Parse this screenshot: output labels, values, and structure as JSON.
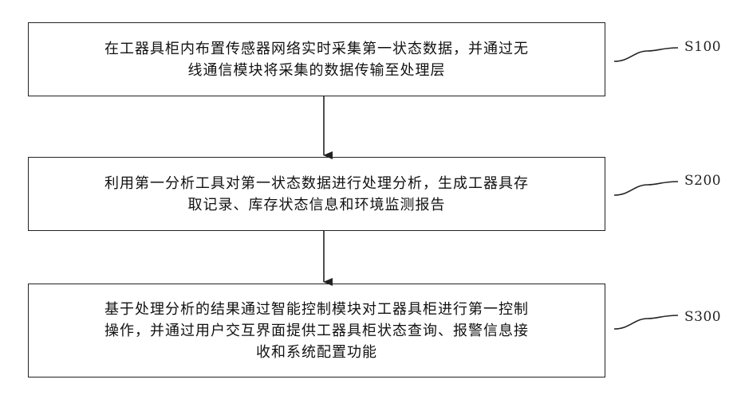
{
  "steps": [
    {
      "id": "S100",
      "lines": [
        "在工器具柜内布置传感器网络实时采集第一状态数据，并通过无",
        "线通信模块将采集的数据传输至处理层"
      ]
    },
    {
      "id": "S200",
      "lines": [
        "利用第一分析工具对第一状态数据进行处理分析，生成工器具存",
        "取记录、库存状态信息和环境监测报告"
      ]
    },
    {
      "id": "S300",
      "lines": [
        "基于处理分析的结果通过智能控制模块对工器具柜进行第一控制",
        "操作，并通过用户交互界面提供工器具柜状态查询、报警信息接",
        "收和系统配置功能"
      ]
    }
  ]
}
